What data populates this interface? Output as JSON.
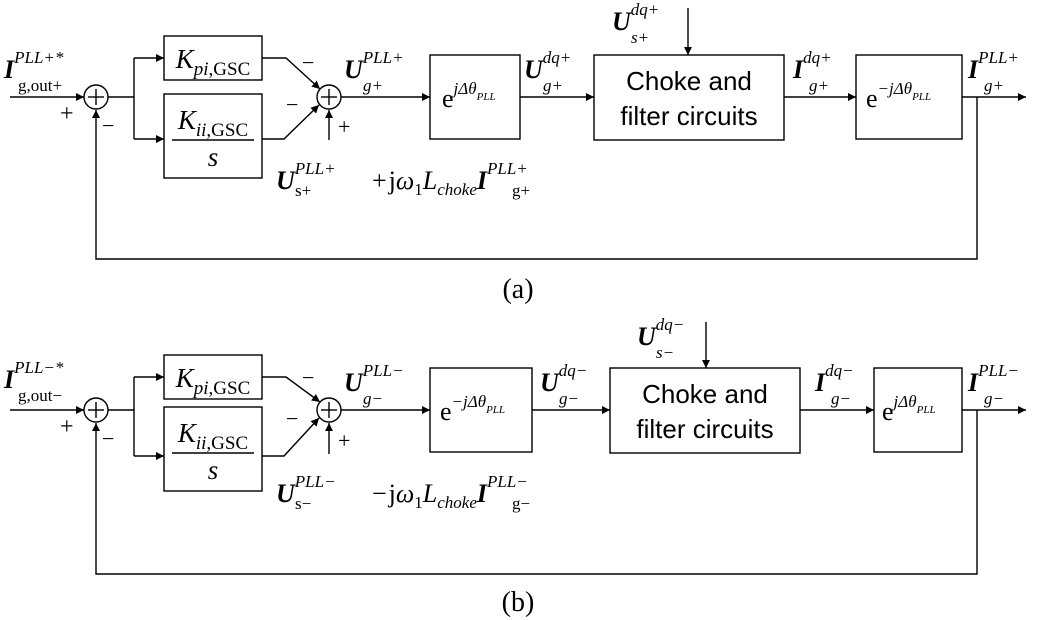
{
  "panels": [
    {
      "caption": "(a)",
      "ref": {
        "base": "I",
        "sub": "g,out+",
        "sup": "PLL+*"
      },
      "sum1_in_sign": "+",
      "sum1_fb_sign": "−",
      "kp": {
        "base": "K",
        "sub_i": "pi",
        "sub_r": ",GSC"
      },
      "ki": {
        "base": "K",
        "sub_i": "ii",
        "sub_r": ",GSC",
        "den": "s"
      },
      "sum2_top_sign": "−",
      "sum2_left_sign": "−",
      "sum2_bot_sign": "+",
      "ff": {
        "u_base": "U",
        "u_sub": "s+",
        "u_sup": "PLL+",
        "op": "+",
        "j": "j",
        "omega": "ω",
        "omega_sub": "1",
        "l_base": "L",
        "l_sub": "choke",
        "i_base": "I",
        "i_sub": "g+",
        "i_sup": "PLL+"
      },
      "sig_u_pll": {
        "base": "U",
        "sub": "g+",
        "sup": "PLL+"
      },
      "rot1": {
        "e": "e",
        "exp": "jΔθ",
        "exp_sub": "PLL"
      },
      "sig_u_dq": {
        "base": "U",
        "sub": "g+",
        "sup": "dq+"
      },
      "dist": {
        "base": "U",
        "sub": "s+",
        "sup": "dq+"
      },
      "plant": [
        "Choke and",
        "filter circuits"
      ],
      "sig_i_dq": {
        "base": "I",
        "sub": "g+",
        "sup": "dq+"
      },
      "rot2": {
        "e": "e",
        "exp": "−jΔθ",
        "exp_sub": "PLL"
      },
      "out": {
        "base": "I",
        "sub": "g+",
        "sup": "PLL+"
      }
    },
    {
      "caption": "(b)",
      "ref": {
        "base": "I",
        "sub": "g,out−",
        "sup": "PLL−*"
      },
      "sum1_in_sign": "+",
      "sum1_fb_sign": "−",
      "kp": {
        "base": "K",
        "sub_i": "pi",
        "sub_r": ",GSC"
      },
      "ki": {
        "base": "K",
        "sub_i": "ii",
        "sub_r": ",GSC",
        "den": "s"
      },
      "sum2_top_sign": "−",
      "sum2_left_sign": "−",
      "sum2_bot_sign": "+",
      "ff": {
        "u_base": "U",
        "u_sub": "s−",
        "u_sup": "PLL−",
        "op": "−",
        "j": "j",
        "omega": "ω",
        "omega_sub": "1",
        "l_base": "L",
        "l_sub": "choke",
        "i_base": "I",
        "i_sub": "g−",
        "i_sup": "PLL−"
      },
      "sig_u_pll": {
        "base": "U",
        "sub": "g−",
        "sup": "PLL−"
      },
      "rot1": {
        "e": "e",
        "exp": "−jΔθ",
        "exp_sub": "PLL"
      },
      "sig_u_dq": {
        "base": "U",
        "sub": "g−",
        "sup": "dq−"
      },
      "dist": {
        "base": "U",
        "sub": "s−",
        "sup": "dq−"
      },
      "plant": [
        "Choke and",
        "filter circuits"
      ],
      "sig_i_dq": {
        "base": "I",
        "sub": "g−",
        "sup": "dq−"
      },
      "rot2": {
        "e": "e",
        "exp": "jΔθ",
        "exp_sub": "PLL"
      },
      "out": {
        "base": "I",
        "sub": "g−",
        "sup": "PLL−"
      }
    }
  ]
}
